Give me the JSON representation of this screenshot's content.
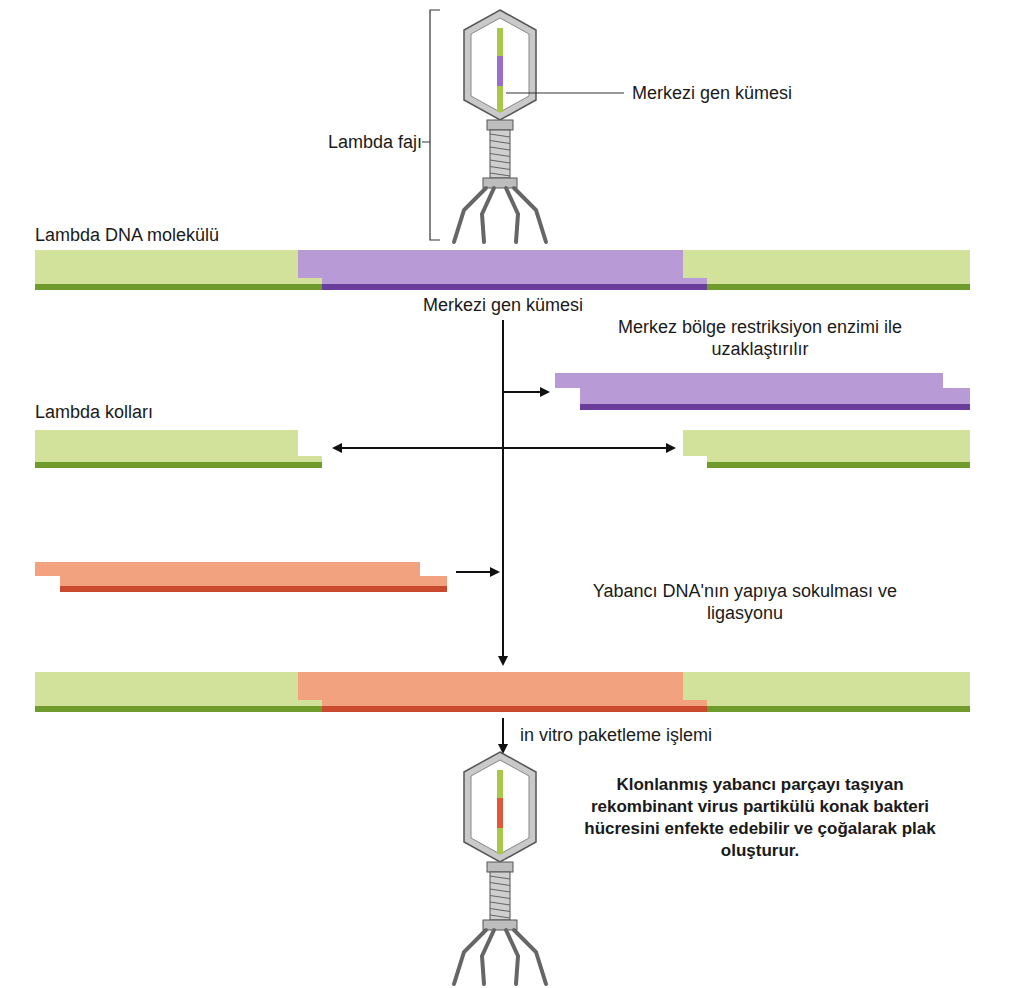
{
  "diagram": {
    "labels": [
      "Lambda fajı",
      "Merkezi gen kümesi",
      "Lambda DNA molekülü",
      "Merkezi gen kümesi",
      "Merkez bölge restriksiyon enzimi ile uzaklaştırılır",
      "Lambda kolları",
      "Yabancı DNA'nın yapıya sokulması ve ligasyonu",
      "in vitro paketleme işlemi",
      "Klonlanmış yabancı parçayı taşıyan rekombinant virus partikülü konak bakteri hücresini enfekte edebilir ve çoğalarak plak oluşturur."
    ]
  }
}
